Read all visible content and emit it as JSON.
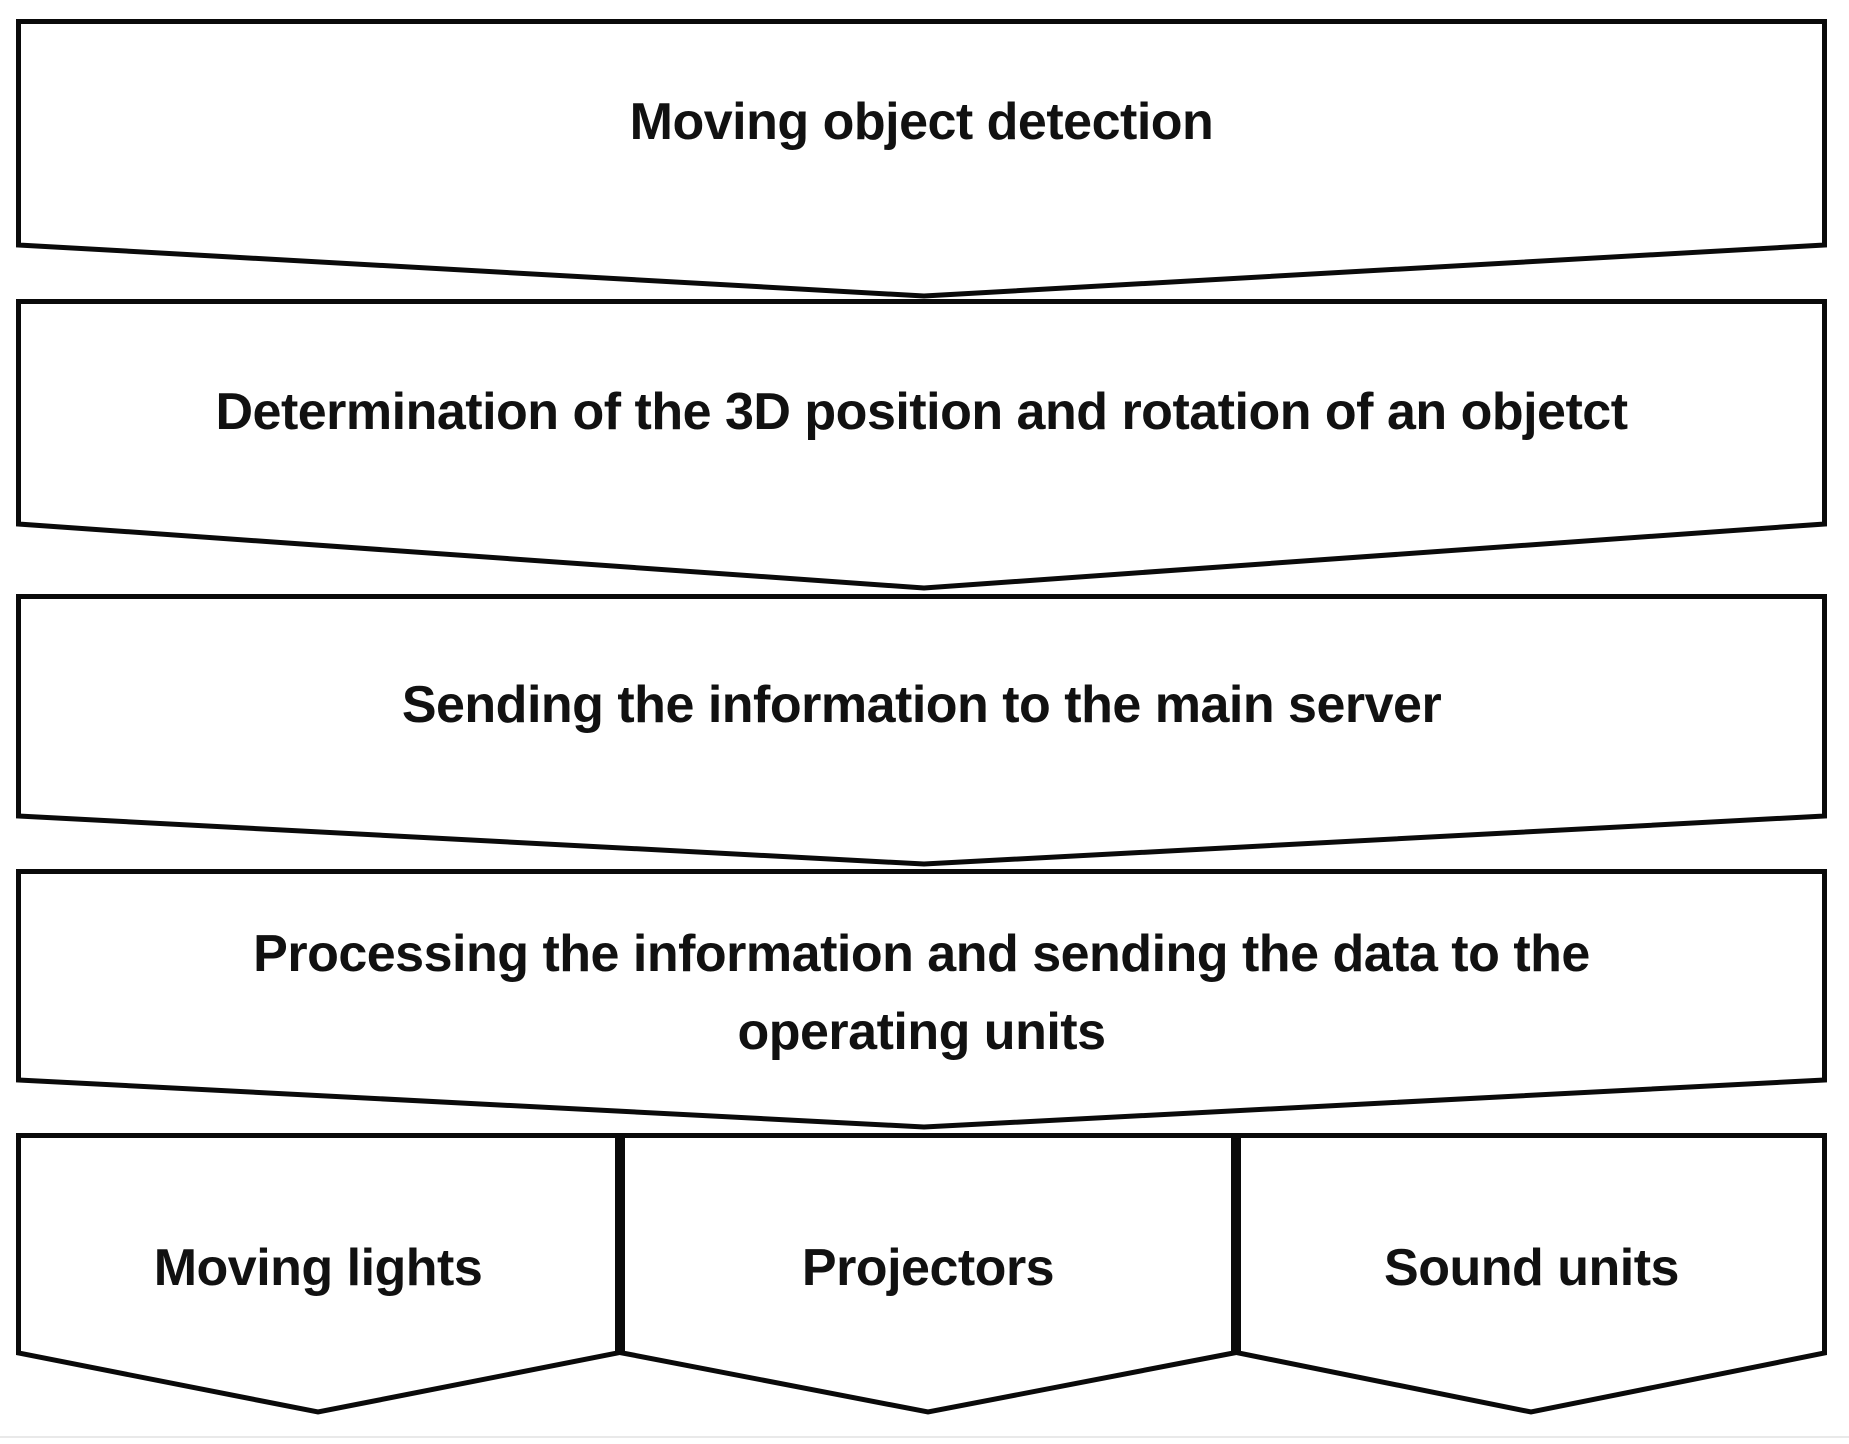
{
  "figure": {
    "type": "flowchart",
    "background_color": "#ffffff",
    "shape_fill": "#ffffff",
    "stroke_color": "#0a0a0a",
    "text_color": "#111111",
    "flow_steps": [
      {
        "lines": [
          "Moving object detection"
        ]
      },
      {
        "lines": [
          "Determination of the 3D position and rotation of an objetct"
        ]
      },
      {
        "lines": [
          "Sending the information to the main server"
        ]
      },
      {
        "lines": [
          "Processing the information and sending the data to the",
          "operating units"
        ]
      }
    ],
    "output_units": [
      {
        "lines": [
          "Moving lights"
        ]
      },
      {
        "lines": [
          "Projectors"
        ]
      },
      {
        "lines": [
          "Sound units"
        ]
      }
    ]
  }
}
